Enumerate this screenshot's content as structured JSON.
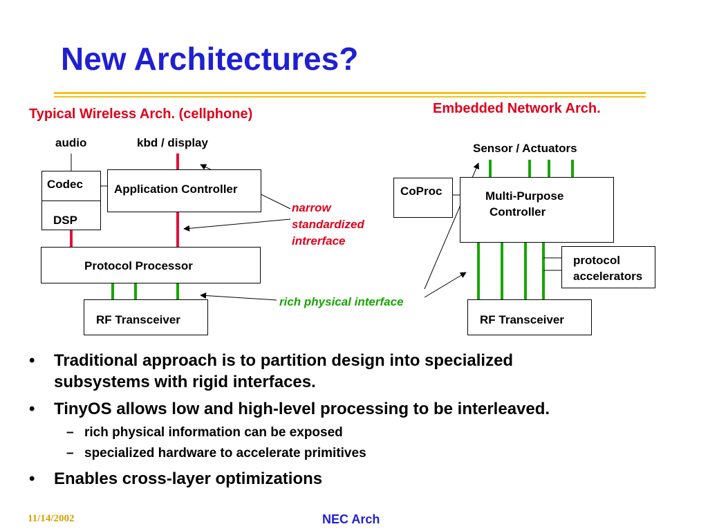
{
  "title": "New Architectures?",
  "left_heading": "Typical Wireless Arch. (cellphone)",
  "right_heading": "Embedded Network Arch.",
  "left_diagram": {
    "audio": "audio",
    "kbd_display": "kbd / display",
    "codec": "Codec",
    "dsp": "DSP",
    "app_controller": "Application Controller",
    "protocol_processor": "Protocol Processor",
    "rf_transceiver": "RF Transceiver"
  },
  "annotations": {
    "narrow_line1": "narrow",
    "narrow_line2": "standardized",
    "narrow_line3": "intrerface",
    "rich": "rich physical interface"
  },
  "right_diagram": {
    "sensor_actuators": "Sensor / Actuators",
    "coproc": "CoProc",
    "mpc_line1": "Multi-Purpose",
    "mpc_line2": "Controller",
    "protocol_acc_line1": "protocol",
    "protocol_acc_line2": "accelerators",
    "rf_transceiver": "RF Transceiver"
  },
  "bullets": [
    {
      "level": 1,
      "text_line1": "Traditional approach is to partition design into specialized",
      "text_line2": "subsystems with rigid interfaces."
    },
    {
      "level": 1,
      "text_line1": "TinyOS allows low and high-level processing to be interleaved."
    },
    {
      "level": 2,
      "text_line1": "rich physical information can be exposed"
    },
    {
      "level": 2,
      "text_line1": "specialized hardware to accelerate primitives"
    },
    {
      "level": 1,
      "text_line1": "Enables cross-layer optimizations"
    }
  ],
  "bullet_marks": {
    "level1": "•",
    "level2": "–"
  },
  "footer": {
    "date": "11/14/2002",
    "center": "NEC Arch"
  },
  "colors": {
    "title": "#1f1fd2",
    "red": "#e0001b",
    "green": "#16a600",
    "rule": "#f2c11a",
    "footer_date": "#d8a000"
  }
}
